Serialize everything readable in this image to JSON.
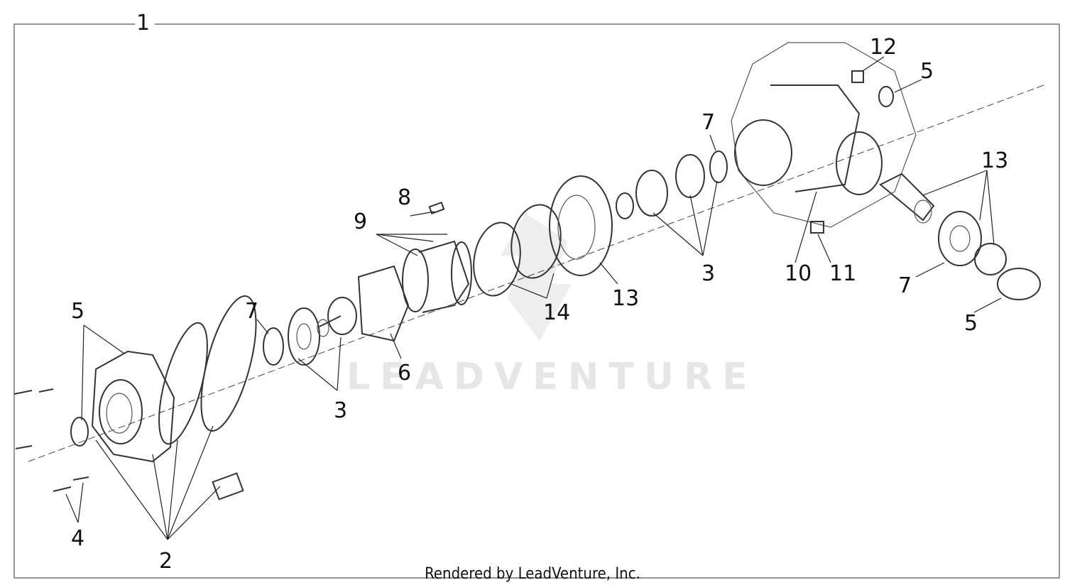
{
  "diagram": {
    "assembly_label": "1",
    "watermark": "LEADVENTURE",
    "credit": "Rendered by LeadVenture, Inc.",
    "callouts": [
      {
        "id": "c12",
        "text": "12"
      },
      {
        "id": "c5a",
        "text": "5"
      },
      {
        "id": "c7a",
        "text": "7"
      },
      {
        "id": "c13a",
        "text": "13"
      },
      {
        "id": "c8",
        "text": "8"
      },
      {
        "id": "c9",
        "text": "9"
      },
      {
        "id": "c3a",
        "text": "3"
      },
      {
        "id": "c10",
        "text": "10"
      },
      {
        "id": "c11",
        "text": "11"
      },
      {
        "id": "c7b",
        "text": "7"
      },
      {
        "id": "c13b",
        "text": "13"
      },
      {
        "id": "c14",
        "text": "14"
      },
      {
        "id": "c5b",
        "text": "5"
      },
      {
        "id": "c5c",
        "text": "5"
      },
      {
        "id": "c7c",
        "text": "7"
      },
      {
        "id": "c6",
        "text": "6"
      },
      {
        "id": "c3b",
        "text": "3"
      },
      {
        "id": "c4",
        "text": "4"
      },
      {
        "id": "c2",
        "text": "2"
      }
    ]
  }
}
